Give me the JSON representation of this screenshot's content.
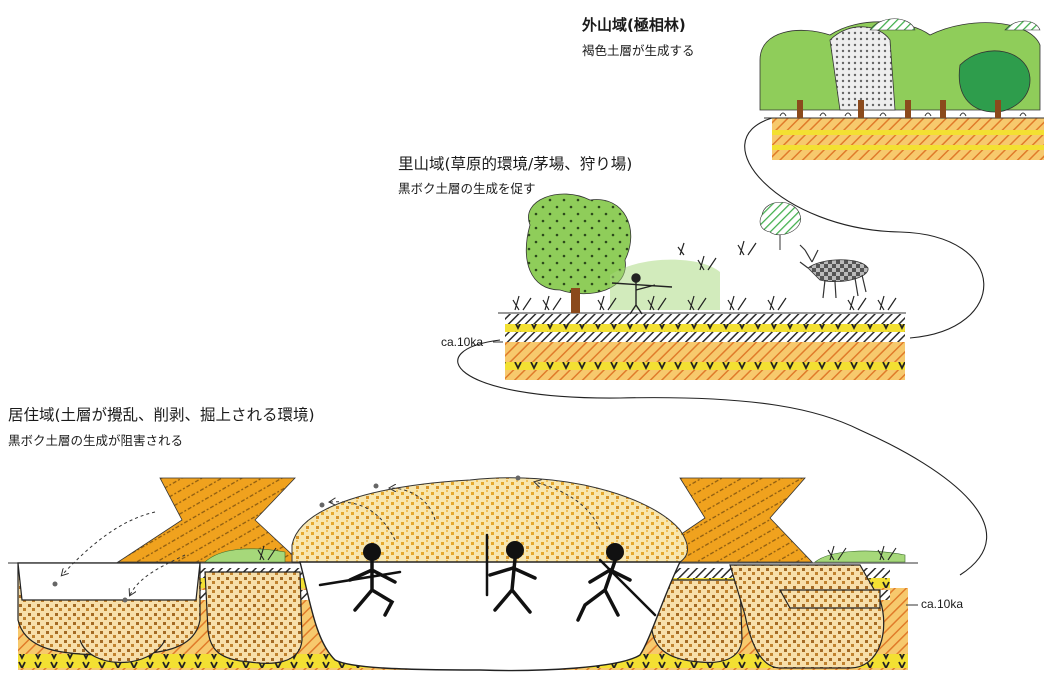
{
  "zones": {
    "outer": {
      "title": "外山域(極相林)",
      "subtitle": "褐色土層が生成する"
    },
    "satoyama": {
      "title": "里山域(草原的環境/茅場、狩り場)",
      "subtitle": "黒ボク土層の生成を促す"
    },
    "residential": {
      "title": "居住域(土層が攪乱、削剥、掘上される環境)",
      "subtitle": "黒ボク土層の生成が阻害される"
    }
  },
  "markers": {
    "satoyama_age": "ca.10ka",
    "residential_age": "ca.10ka"
  },
  "colors": {
    "brown_soil": "#f6c76a",
    "black_band": "#3a3a3a",
    "yellow_band": "#f3e032",
    "mound_fill": "#f5dd9a",
    "pit_fill": "#c68c3a",
    "tree_green": "#8fcd5a",
    "tree_dark": "#2e9d4c",
    "trunk": "#8b4a1c",
    "embankment": "#f0a21e"
  }
}
